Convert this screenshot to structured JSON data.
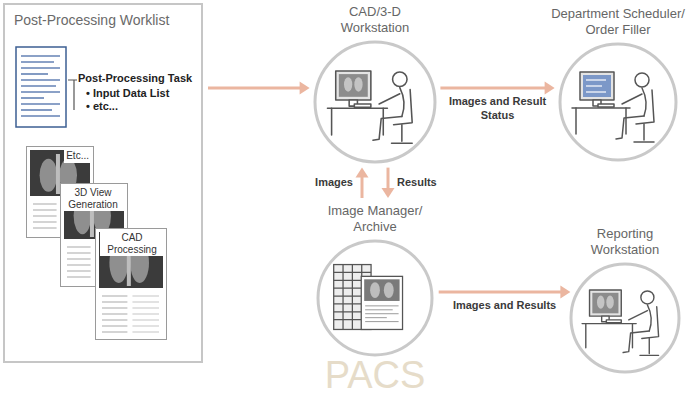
{
  "diagram": {
    "nodes": [
      {
        "text": [
          "Post-Processing Worklist"
        ]
      },
      {
        "text": [
          "Etc..."
        ],
        "in": 0
      },
      {
        "text": [
          "3D View Generation"
        ],
        "in": 0
      },
      {
        "text": [
          "CAD Processing"
        ],
        "in": 0
      },
      {
        "text": [
          "CAD/3-D Workstation"
        ]
      },
      {
        "text": [
          "Department Scheduler/ Order Filler"
        ]
      },
      {
        "text": [
          "Image Manager/ Archive"
        ]
      },
      {
        "text": [
          "Reporting Workstation"
        ]
      }
    ],
    "edges": [
      {
        "from": 0,
        "to": 4,
        "arrow": "to"
      },
      {
        "from": 4,
        "to": 5,
        "label": "Images and Result Status",
        "arrow": "to"
      },
      {
        "from": 6,
        "to": 4,
        "label": "Images",
        "arrow": "to"
      },
      {
        "from": 4,
        "to": 6,
        "label": "Results",
        "arrow": "to"
      },
      {
        "from": 6,
        "to": 7,
        "label": "Images and Results",
        "arrow": "to"
      }
    ],
    "labels": [
      "Post-Processing Task",
      "• Input Data List",
      "• etc...",
      "PACS"
    ]
  }
}
